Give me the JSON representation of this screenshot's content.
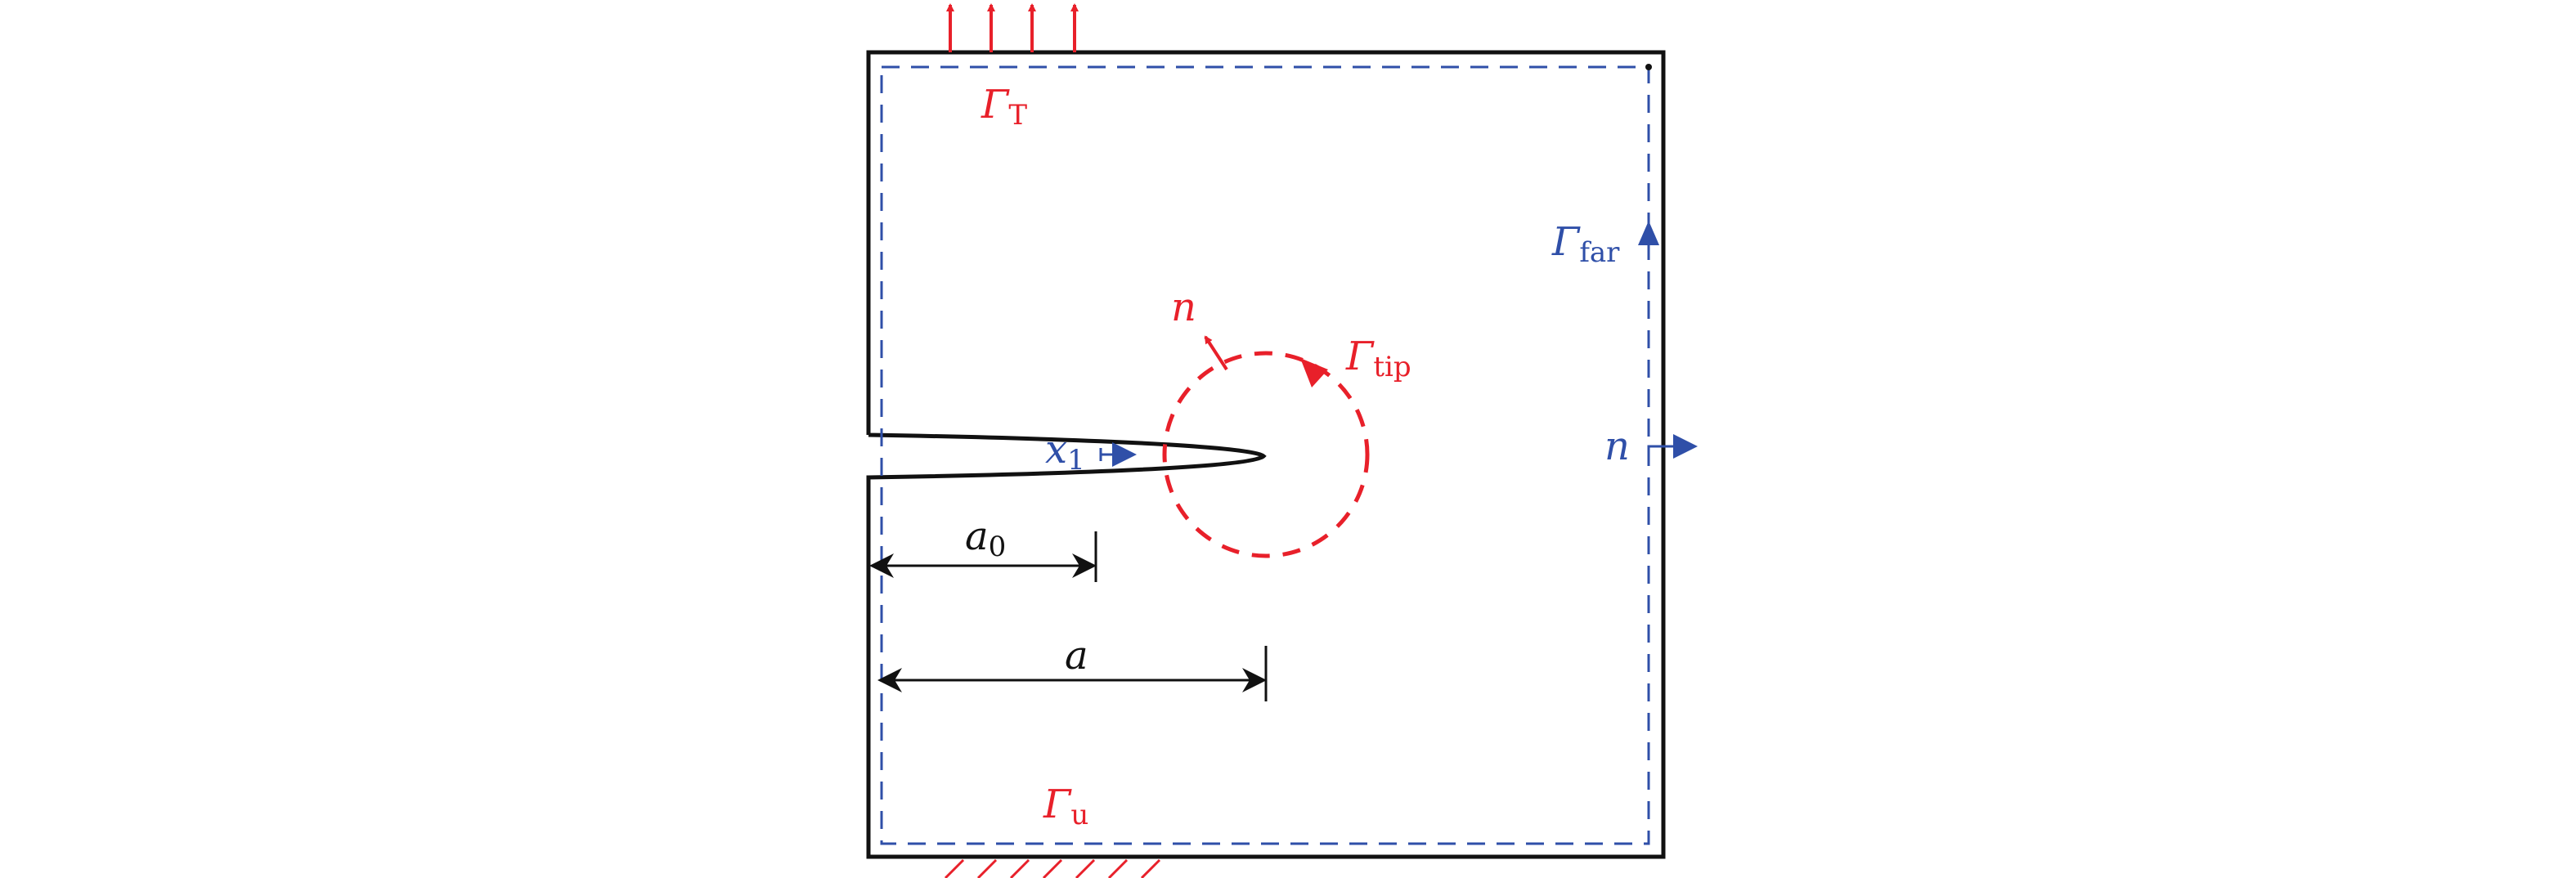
{
  "colors": {
    "red": "#e8202a",
    "blue": "#2f4fa8",
    "black": "#111111"
  },
  "labels": {
    "gamma_T": {
      "main": "Γ",
      "sub": "T"
    },
    "gamma_tip": {
      "main": "Γ",
      "sub": "tip"
    },
    "gamma_far": {
      "main": "Γ",
      "sub": "far"
    },
    "gamma_u": {
      "main": "Γ",
      "sub": "u"
    },
    "n_tip": "n",
    "n_far": "n",
    "x1": {
      "main": "x",
      "sub": "1"
    },
    "a0": {
      "main": "a",
      "sub": "0"
    },
    "a": "a"
  }
}
